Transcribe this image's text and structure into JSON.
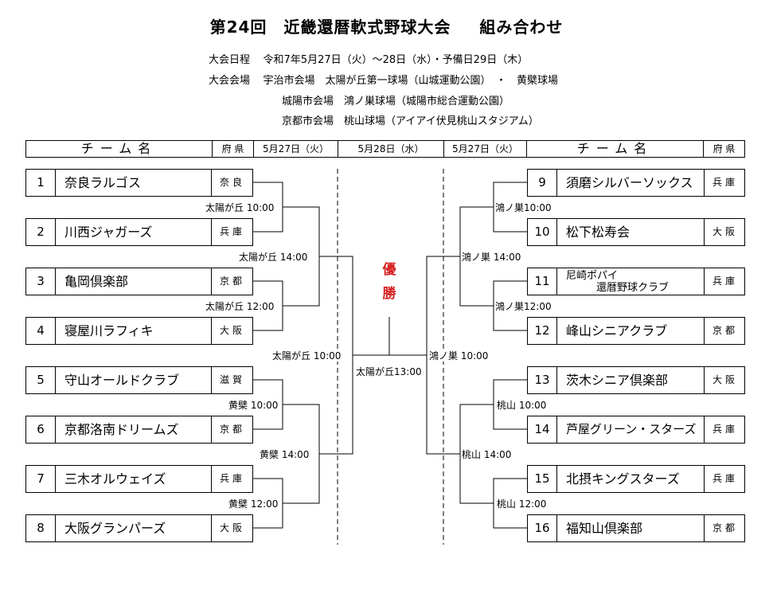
{
  "title": {
    "main": "第24回　近畿還暦軟式野球大会",
    "sub": "組み合わせ"
  },
  "info": {
    "schedule_label": "大会日程",
    "schedule_value": "令和7年5月27日（火）～28日（水）・予備日29日（木）",
    "venue_label": "大会会場",
    "venue1": "宇治市会場　太陽が丘第一球場（山城運動公園）　・　黄檗球場",
    "venue2": "城陽市会場　鴻ノ巣球場（城陽市総合運動公園）",
    "venue3": "京都市会場　桃山球場（アイアイ伏見桃山スタジアム）"
  },
  "header": {
    "team_name": "チーム名",
    "pref": "府 県",
    "day1": "5月27日（火）",
    "day2": "5月28日（水）",
    "day3": "5月27日（火）"
  },
  "left_teams": [
    {
      "num": "1",
      "name": "奈良ラルゴス",
      "pref": "奈良"
    },
    {
      "num": "2",
      "name": "川西ジャガーズ",
      "pref": "兵庫"
    },
    {
      "num": "3",
      "name": "亀岡倶楽部",
      "pref": "京都"
    },
    {
      "num": "4",
      "name": "寝屋川ラフィキ",
      "pref": "大阪"
    },
    {
      "num": "5",
      "name": "守山オールドクラブ",
      "pref": "滋賀"
    },
    {
      "num": "6",
      "name": "京都洛南ドリームズ",
      "pref": "京都"
    },
    {
      "num": "7",
      "name": "三木オルウェイズ",
      "pref": "兵庫"
    },
    {
      "num": "8",
      "name": "大阪グランパーズ",
      "pref": "大阪"
    }
  ],
  "right_teams": [
    {
      "num": "9",
      "name": "須磨シルバーソックス",
      "pref": "兵庫"
    },
    {
      "num": "10",
      "name": "松下松寿会",
      "pref": "大阪"
    },
    {
      "num": "11",
      "name_line1": "尼崎ポパイ",
      "name_line2": "還暦野球クラブ",
      "pref": "兵庫"
    },
    {
      "num": "12",
      "name": "峰山シニアクラブ",
      "pref": "京都"
    },
    {
      "num": "13",
      "name": "茨木シニア倶楽部",
      "pref": "大阪"
    },
    {
      "num": "14",
      "name": "芦屋グリーン・スターズ",
      "pref": "兵庫"
    },
    {
      "num": "15",
      "name": "北摂キングスターズ",
      "pref": "兵庫"
    },
    {
      "num": "16",
      "name": "福知山倶楽部",
      "pref": "京都"
    }
  ],
  "games": {
    "l1": "太陽が丘 10:00",
    "l2": "太陽が丘 12:00",
    "l3": "黄檗 10:00",
    "l4": "黄檗 12:00",
    "l5": "太陽が丘 14:00",
    "l6": "黄檗 14:00",
    "l7": "太陽が丘 10:00",
    "r1": "鴻ノ巣10:00",
    "r2": "鴻ノ巣12:00",
    "r3": "桃山 10:00",
    "r4": "桃山 12:00",
    "r5": "鴻ノ巣 14:00",
    "r6": "桃山 14:00",
    "r7": "鴻ノ巣 10:00",
    "final": "太陽が丘13:00"
  },
  "final_label": {
    "line1": "優",
    "line2": "勝"
  }
}
